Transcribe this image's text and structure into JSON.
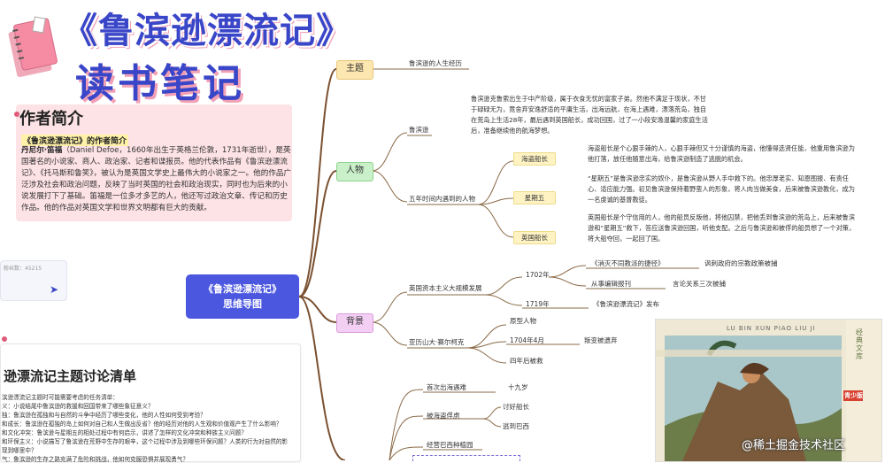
{
  "header": {
    "title": "《鲁滨逊漂流记》",
    "subtitle": "读书笔记"
  },
  "author": {
    "heading": "作者简介",
    "sub": "《鲁滨逊漂流记》的作者简介",
    "name": "丹尼尔·笛福",
    "body": "（Daniel Defoe，1660年出生于英格兰伦敦，1731年逝世），是英国著名的小说家、商人、政治家、记者和谍报员。他的代表作品有《鲁滨逊漂流记》、《托马斯和鲁笑》，被认为是英国文学史上最伟大的小说家之一。他的作品广泛涉及社会和政治问题，反映了当时英国的社会和政治现实，同时也为后来的小说发展打下了基础。笛福是一位多才多艺的人，他还写过政治文章、传记和历史作品。他的作品对英国文学和世界文明都有巨大的贡献。"
  },
  "chat": {
    "count": "粉丝数：45215"
  },
  "discussion": {
    "title": "逊漂流记主题讨论清单",
    "lines": [
      "滨逊漂流记主题时可能需要考虑的任务清单：",
      "义：小说结尾中鲁滨逊的救援和回国带来了哪些象征意义？",
      "独：鲁滨逊在孤独和与自然的斗争中经历了哪些变化，他的人性如何受到考验？",
      "和成长：鲁滨逊在孤独的岛上如何对自己和人生做出反省？他的经历对他的人生观和价值观产生了什么影响？",
      "和文化冲突：鲁滨逊与星期五的相处过程中有何启示，讲述了怎样的文化冲突和种族主义问题？",
      "和环保主义：小说描写了鲁滨逊在荒野中生存的艰辛，这个过程中涉及到哪些环保问题？人类的行为对自然的影",
      "现到哪里中？",
      "气：鲁滨逊的生存之路充满了危险和挑战，他如何克服恐惧并展现勇气？"
    ]
  },
  "mindmap": {
    "center": [
      "《鲁滨逊漂流记》",
      "思维导图"
    ],
    "theme": {
      "label": "主题",
      "leaf": "鲁滨逊的人生经历"
    },
    "people": {
      "label": "人物",
      "robinson": {
        "label": "鲁滨逊",
        "desc": "鲁滨逊克鲁索出生于中产阶级，属于衣食无忧的富家子弟。然他不满足于现状，不甘于碌碌无为，竟舍弃安逸舒适的平庸生活，出海远航，在海上遇难，漂落荒岛，独自在荒岛上生活28年，最后遇到英国船长，成功回国，过了一小段安逸温馨的家庭生活后，准备继续他的航海梦想。"
      },
      "met_label": "五年时间内遇到的人物",
      "pirate": {
        "label": "海盗船长",
        "desc": "海盗船长是个心狠手辣的人，心狠手辣但又十分谨慎的海盗，他懂得选贤任能，他重用鲁滨逊为他打落，放任他随意出海，给鲁滨逊制造了逃脱的机会。"
      },
      "friday": {
        "label": "星期五",
        "desc": "“星期五”是鲁滨逊忠实的奴仆，是鲁滨逊从野人手中救下的。他忠厚老实、知恩图报、有责任心、适应能力强。初见鲁滨逊保持着野蛮人的形象，将人肉当做美食，后来被鲁滨逊教化，成为一名虔诚的基督教徒。"
      },
      "captain": {
        "label": "英国船长",
        "desc": "英国船长是个守信用的人，他的船员反叛他，将他囚禁，把他丢到鲁滨逊的荒岛上，后来被鲁滨逊和“星期五”救下，答应送鲁滨逊回国，听他支配。之后与鲁滨逊和被俘的船员想了一个对策，将大船夺回，一起回了国。"
      }
    },
    "background": {
      "label": "背景",
      "capitalism": "英国资本主义大规模发展",
      "y1702": "1702年",
      "pamphlet": "《消灭不同教派的捷径》",
      "pamphlet_note": "讽刺政府的宗教政策被捕",
      "journalism": "从事编辑报刊",
      "journalism_note": "言论关系三次被捕",
      "y1719": "1719年",
      "publish": "《鲁滨逊漂流记》发布",
      "selkirk": "亚历山大·赛尔柯克",
      "prototype": "原型人物",
      "y1704": "1704年4月",
      "mutiny": "叛变被遗弃",
      "rescued": "四年后被救"
    },
    "plot": {
      "first_voyage": "首次出海遇难",
      "age": "十九岁",
      "captured": "被海盗俘虏",
      "pirate_captain": "讨好船长",
      "escape": "逃到巴西",
      "plantation": "经营巴西种植园"
    }
  },
  "book": {
    "series": "LU BIN XUN PIAO LIU JI",
    "badge": "青少版",
    "side_text": "经典文库"
  },
  "watermark": "@稀土掘金技术社区",
  "colors": {
    "accent": "#4c57e0",
    "title_blue": "#3a46c8",
    "author_bg": "#fde2e6",
    "branch_line": "#6b4a2a"
  }
}
